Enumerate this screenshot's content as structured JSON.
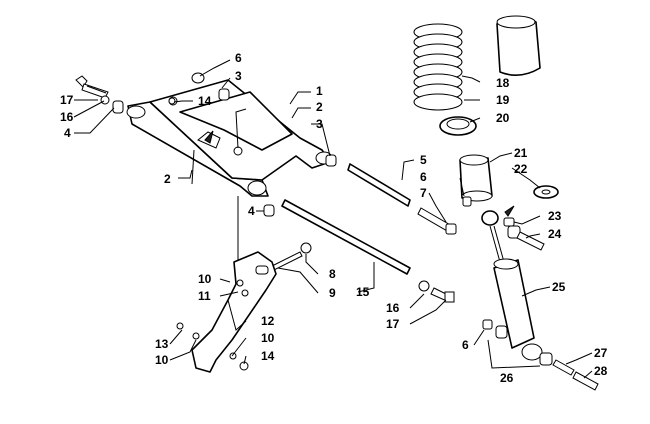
{
  "callouts": [
    "1",
    "2",
    "2",
    "3",
    "3",
    "4",
    "4",
    "5",
    "6",
    "6",
    "6",
    "7",
    "8",
    "9",
    "10",
    "10",
    "10",
    "11",
    "12",
    "13",
    "14",
    "14",
    "15",
    "16",
    "16",
    "17",
    "17",
    "18",
    "19",
    "20",
    "21",
    "22",
    "23",
    "24",
    "25",
    "26",
    "27",
    "28"
  ]
}
